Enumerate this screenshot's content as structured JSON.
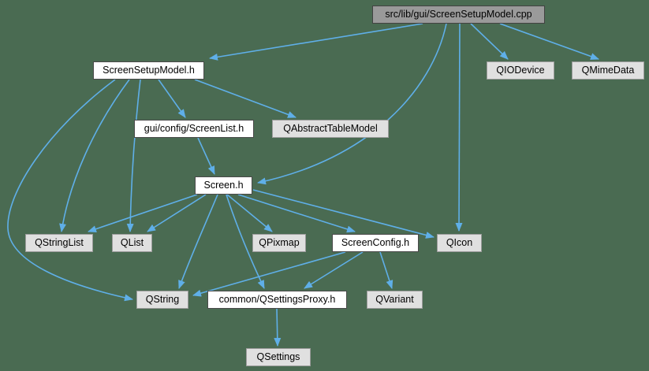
{
  "graph": {
    "description": "include-dependency-graph",
    "colors": {
      "background": "#4a6b52",
      "edge": "#5fafe8",
      "main_fill": "#9a9a9a",
      "main_border": "#424242",
      "internal_fill": "#ffffff",
      "internal_border": "#4a4a4a",
      "external_fill": "#e0e0e0",
      "external_border": "#9c9c9c",
      "text": "#000000"
    },
    "nodes": [
      {
        "id": "cpp",
        "label": "src/lib/gui/ScreenSetupModel.cpp",
        "type": "main"
      },
      {
        "id": "ssm-h",
        "label": "ScreenSetupModel.h",
        "type": "internal"
      },
      {
        "id": "qiodevice",
        "label": "QIODevice",
        "type": "external"
      },
      {
        "id": "qmimedata",
        "label": "QMimeData",
        "type": "external"
      },
      {
        "id": "screenlist-h",
        "label": "gui/config/ScreenList.h",
        "type": "internal"
      },
      {
        "id": "qatm",
        "label": "QAbstractTableModel",
        "type": "external"
      },
      {
        "id": "screen-h",
        "label": "Screen.h",
        "type": "internal"
      },
      {
        "id": "qstringlist",
        "label": "QStringList",
        "type": "external"
      },
      {
        "id": "qlist",
        "label": "QList",
        "type": "external"
      },
      {
        "id": "qpixmap",
        "label": "QPixmap",
        "type": "external"
      },
      {
        "id": "screenconfig-h",
        "label": "ScreenConfig.h",
        "type": "internal"
      },
      {
        "id": "qicon",
        "label": "QIcon",
        "type": "external"
      },
      {
        "id": "qstring",
        "label": "QString",
        "type": "external"
      },
      {
        "id": "qsettingsproxy",
        "label": "common/QSettingsProxy.h",
        "type": "internal"
      },
      {
        "id": "qvariant",
        "label": "QVariant",
        "type": "external"
      },
      {
        "id": "qsettings",
        "label": "QSettings",
        "type": "external"
      }
    ],
    "edges": [
      {
        "from": "cpp",
        "to": "ssm-h"
      },
      {
        "from": "cpp",
        "to": "screen-h"
      },
      {
        "from": "cpp",
        "to": "qicon"
      },
      {
        "from": "cpp",
        "to": "qiodevice"
      },
      {
        "from": "cpp",
        "to": "qmimedata"
      },
      {
        "from": "ssm-h",
        "to": "screenlist-h"
      },
      {
        "from": "ssm-h",
        "to": "qatm"
      },
      {
        "from": "ssm-h",
        "to": "qstringlist"
      },
      {
        "from": "ssm-h",
        "to": "qlist"
      },
      {
        "from": "ssm-h",
        "to": "qstring"
      },
      {
        "from": "screenlist-h",
        "to": "screen-h"
      },
      {
        "from": "screen-h",
        "to": "qstringlist"
      },
      {
        "from": "screen-h",
        "to": "qlist"
      },
      {
        "from": "screen-h",
        "to": "qpixmap"
      },
      {
        "from": "screen-h",
        "to": "screenconfig-h"
      },
      {
        "from": "screen-h",
        "to": "qicon"
      },
      {
        "from": "screen-h",
        "to": "qstring"
      },
      {
        "from": "screen-h",
        "to": "qsettingsproxy"
      },
      {
        "from": "screenconfig-h",
        "to": "qstring"
      },
      {
        "from": "screenconfig-h",
        "to": "qsettingsproxy"
      },
      {
        "from": "screenconfig-h",
        "to": "qvariant"
      },
      {
        "from": "qsettingsproxy",
        "to": "qsettings"
      }
    ]
  }
}
